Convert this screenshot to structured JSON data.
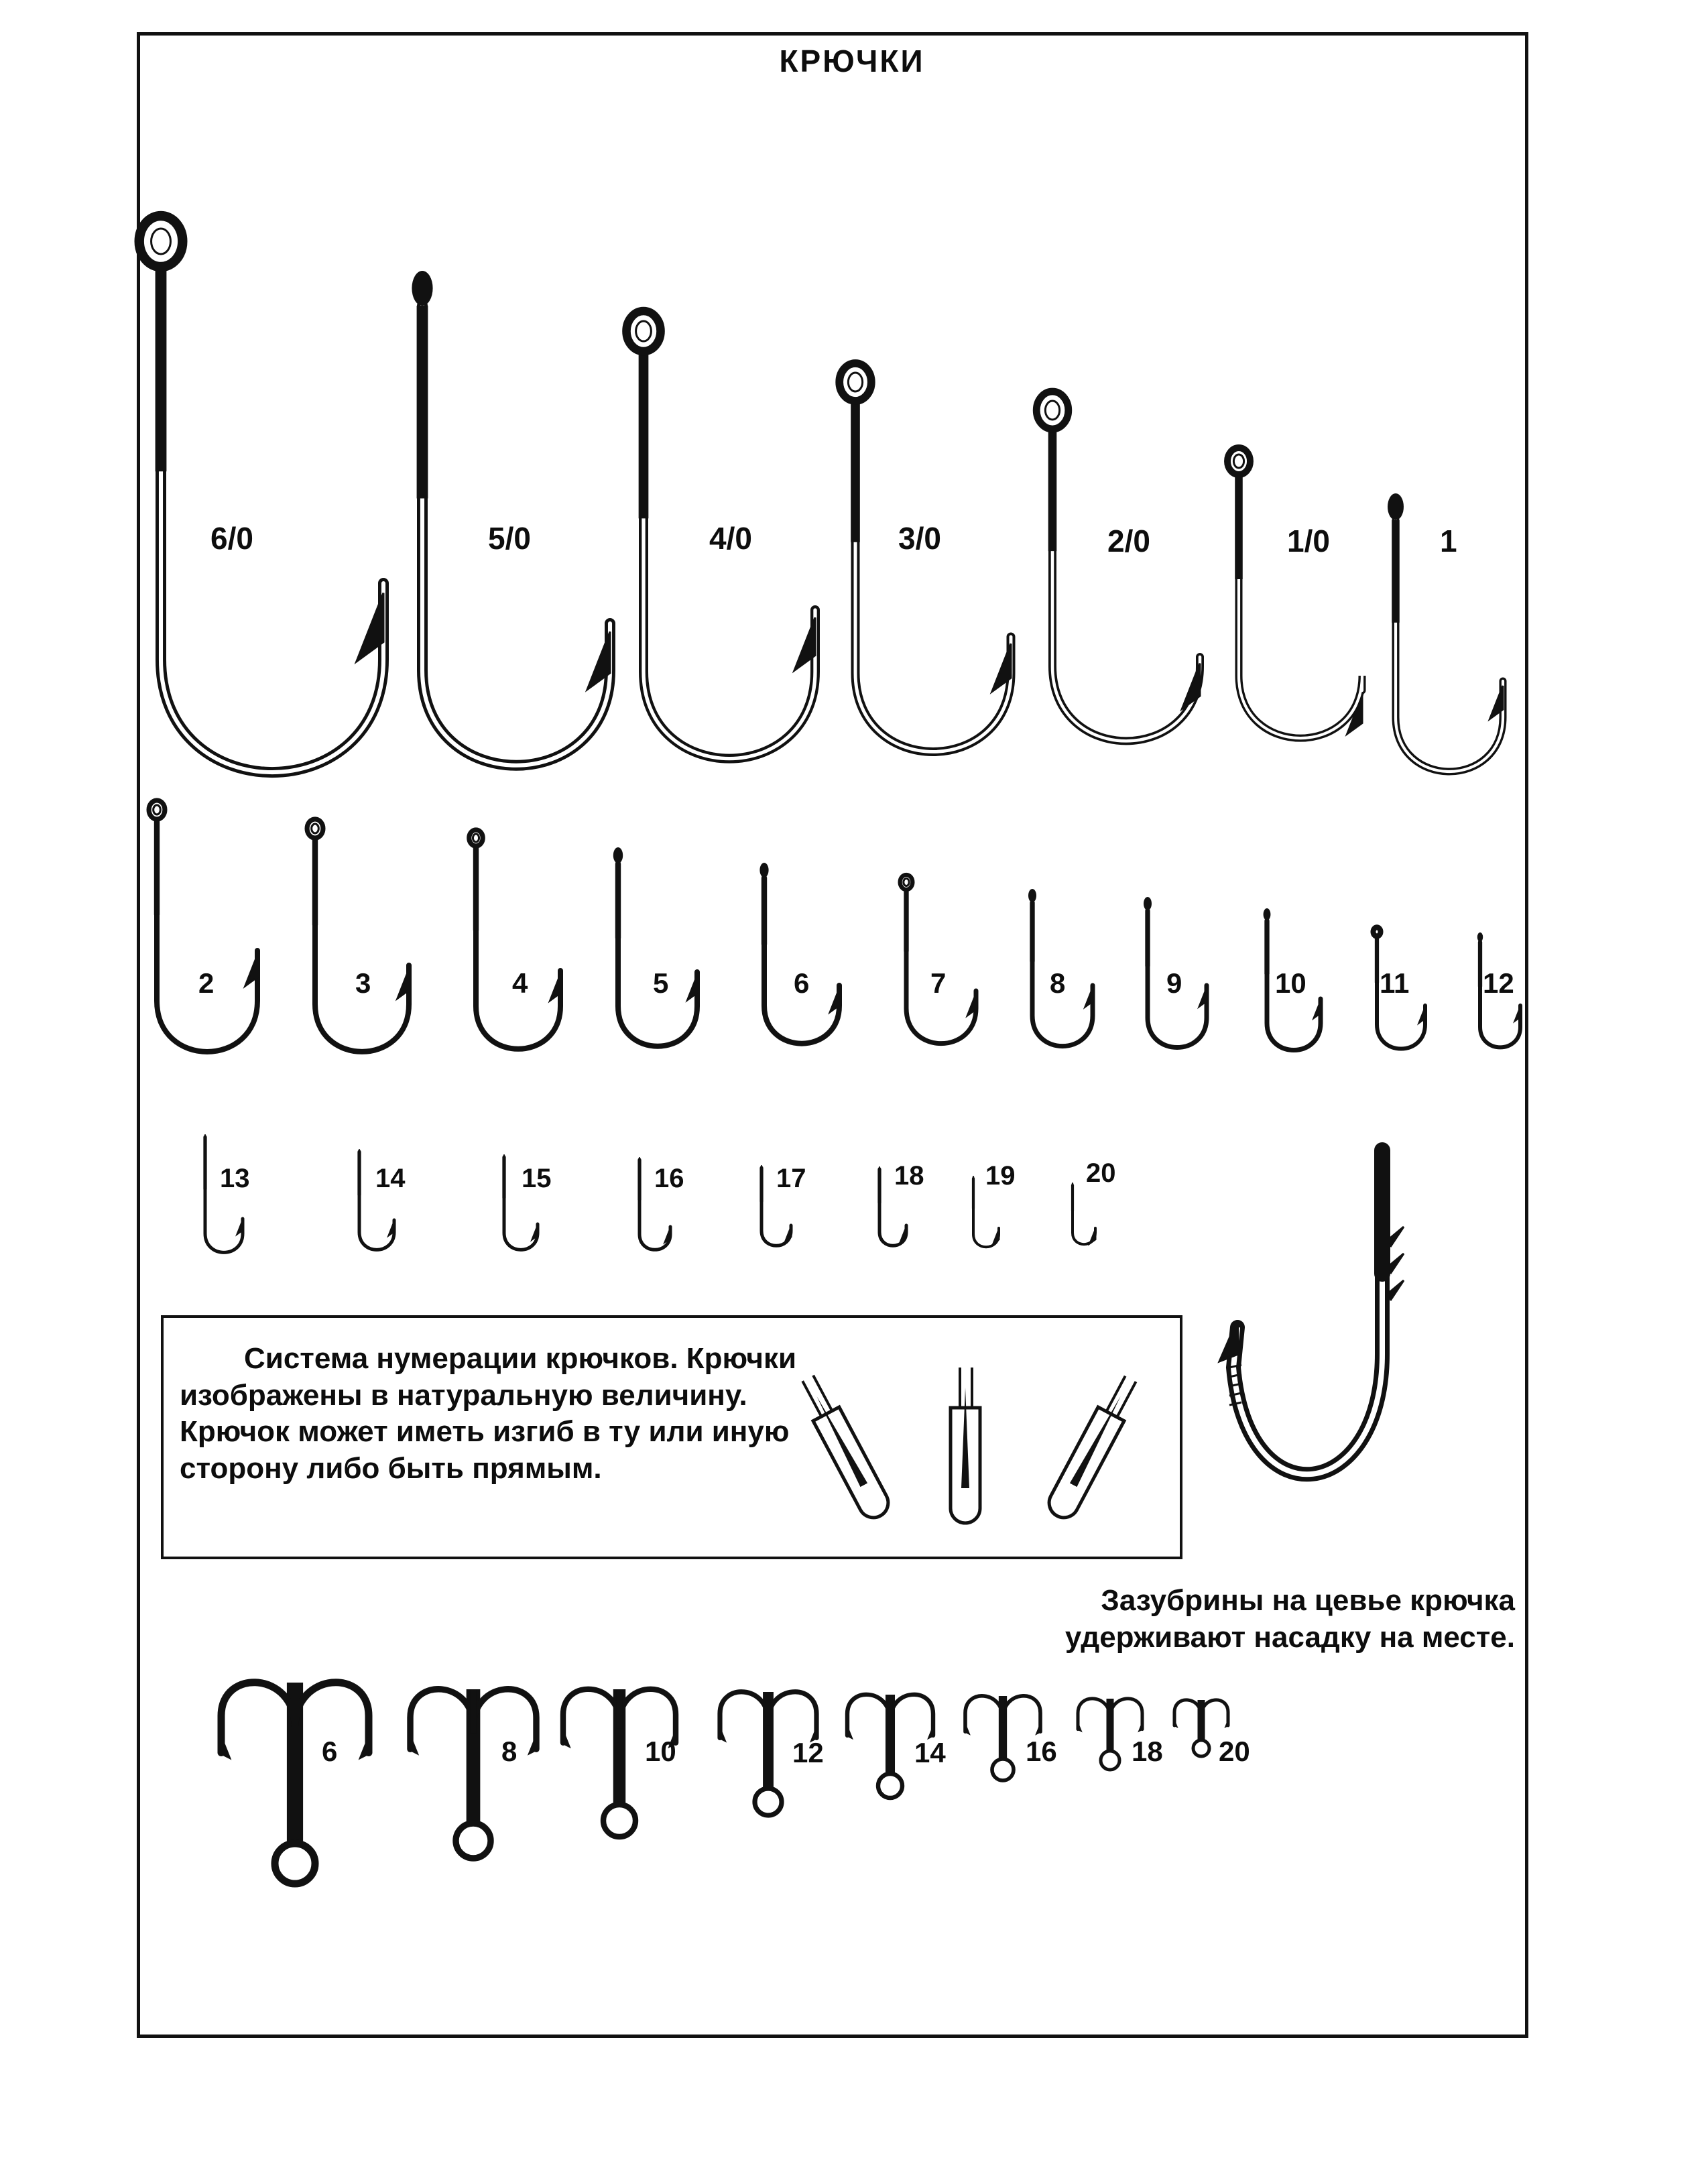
{
  "title": "КРЮЧКИ",
  "hooks_large": [
    "6/0",
    "5/0",
    "4/0",
    "3/0",
    "2/0",
    "1/0",
    "1"
  ],
  "hooks_medium": [
    "2",
    "3",
    "4",
    "5",
    "6",
    "7",
    "8",
    "9",
    "10",
    "11",
    "12"
  ],
  "hooks_small": [
    "13",
    "14",
    "15",
    "16",
    "17",
    "18",
    "19",
    "20"
  ],
  "trebles": [
    "6",
    "8",
    "10",
    "12",
    "14",
    "16",
    "18",
    "20"
  ],
  "info_box": {
    "text": "Система нумерации крючков. Крючки изображены в натуральную величину. Крючок может иметь изгиб в ту или иную сторону  либо быть прямым.",
    "bend_views": [
      "bent-left",
      "straight",
      "bent-right"
    ]
  },
  "barb_note": "Зазубрины на цевье крючка удерживают насадку на месте.",
  "ink_color": "#111111"
}
